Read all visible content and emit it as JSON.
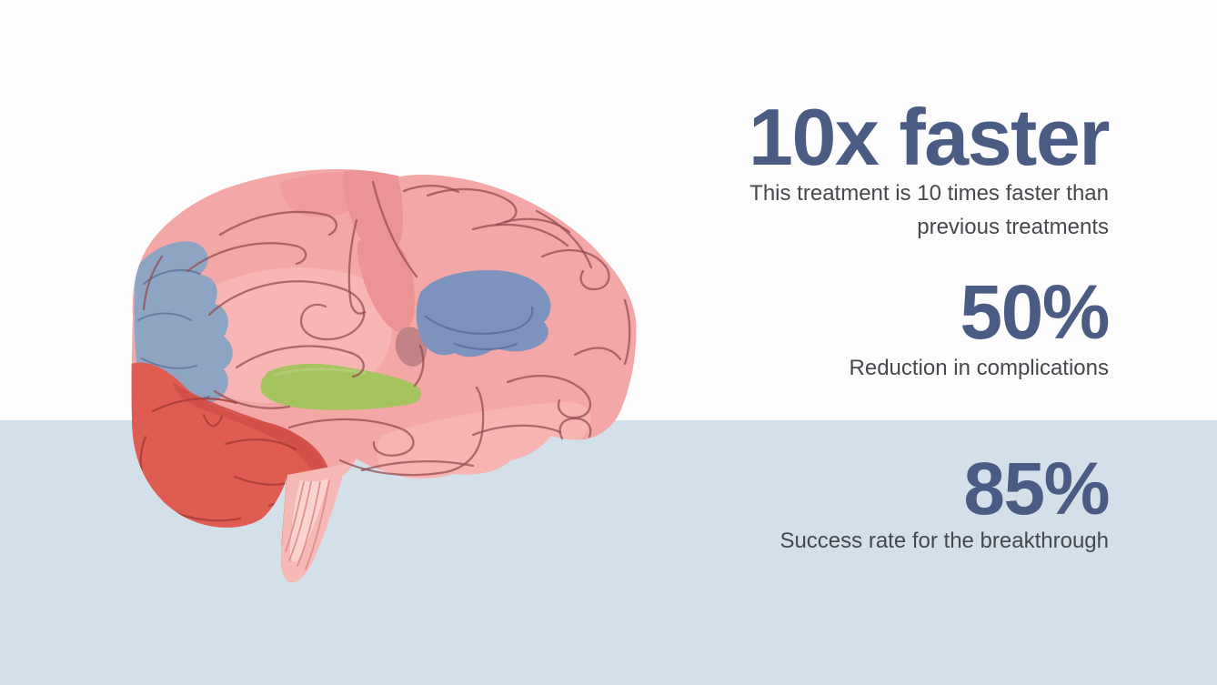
{
  "stats": [
    {
      "value": "10x faster",
      "description": "This treatment is 10 times faster than\nprevious treatments"
    },
    {
      "value": "50%",
      "description": "Reduction in complications"
    },
    {
      "value": "85%",
      "description": "Success rate for the breakthrough"
    }
  ],
  "palette": {
    "bg": "#fdfdfd",
    "band": "#d3dfe9",
    "accent": "#4a5b84",
    "textgray": "#45484d",
    "brainPink": "#f3a7a6",
    "brainPinkLight": "#f7b6b3",
    "brainPinkDark": "#ec9396",
    "frontalBlue": "#8da4c3",
    "deepBlue": "#7d93bd",
    "green": "#a5c35e",
    "mauve": "#c28386",
    "cerebRed": "#df5c52",
    "cerebRedDark": "#d04f49",
    "stemPink": "#f6b9b5",
    "lineDark": "#93494d"
  },
  "illustration": {
    "name": "brain side view",
    "regions": [
      "frontal-lobe-blue",
      "temporal-blue-blob",
      "hippocampus-green",
      "amygdala-mauve",
      "cerebellum-red",
      "brain-stem"
    ]
  }
}
